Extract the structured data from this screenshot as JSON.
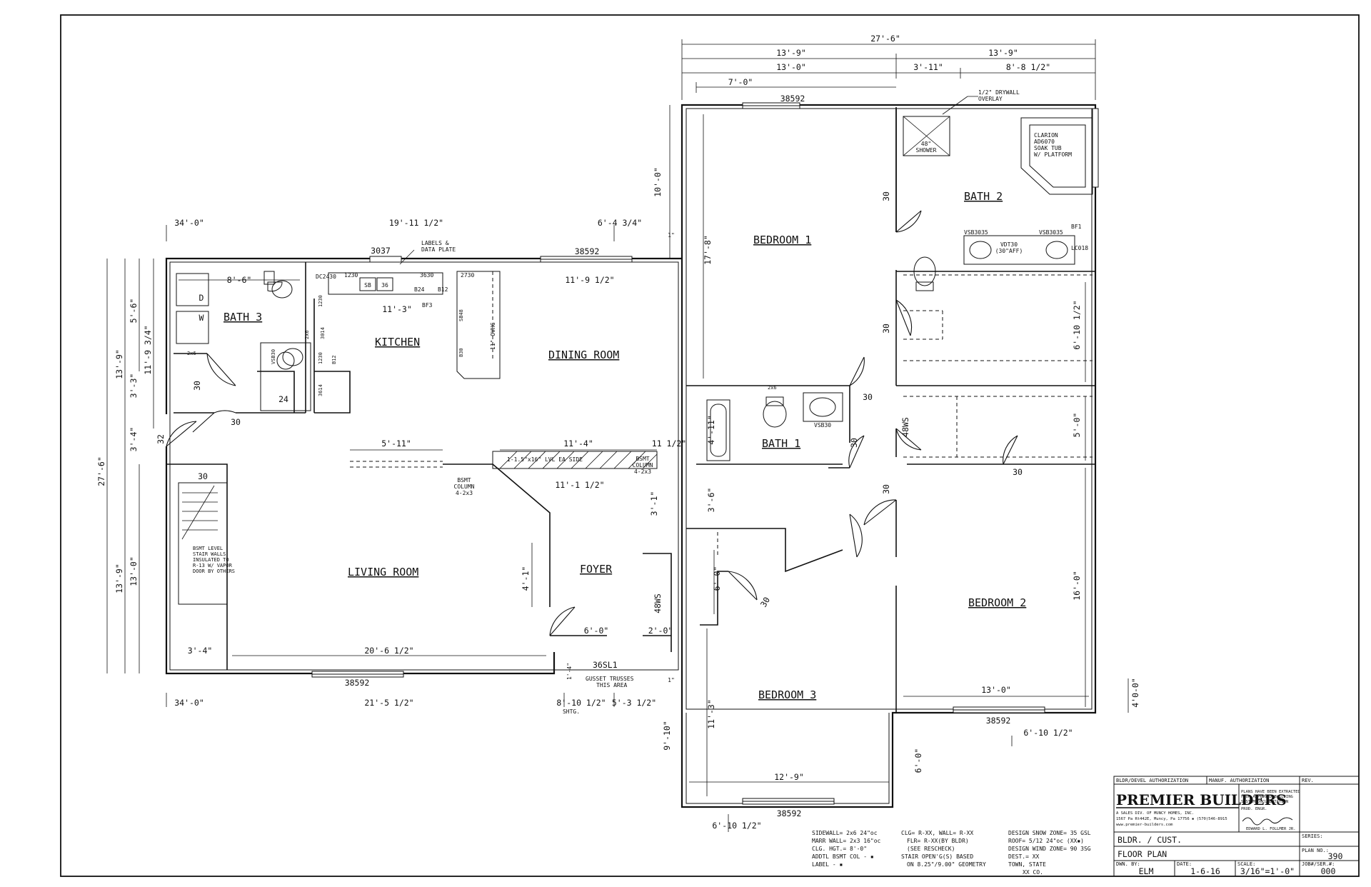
{
  "rooms": {
    "bath3": "BATH 3",
    "kitchen": "KITCHEN",
    "dining": "DINING ROOM",
    "living": "LIVING ROOM",
    "foyer": "FOYER",
    "bedroom1": "BEDROOM 1",
    "bath2": "BATH 2",
    "bath1": "BATH 1",
    "bedroom2": "BEDROOM 2",
    "bedroom3": "BEDROOM 3"
  },
  "top_dims": {
    "overall": "27'-6\"",
    "a1": "13'-9\"",
    "a2": "13'-9\"",
    "b1": "13'-0\"",
    "b2": "3'-11\"",
    "b3": "8'-8 1/2\"",
    "c1": "7'-0\"",
    "w_top": "38592",
    "drywall": [
      "1/2\" DRYWALL",
      "OVERLAY"
    ],
    "d1": "34'-0\"",
    "d2": "19'-11 1/2\"",
    "d3": "6'-4 3/4\"",
    "w3037": "3037",
    "labels_plate": [
      "LABELS &",
      "DATA PLATE"
    ],
    "w_left_top": "38592"
  },
  "left_dims": {
    "overall": "27'-6\"",
    "h1": "13'-9\"",
    "h2": "13'-9\"",
    "v1": "5'-6\"",
    "v2": "11'-9 3/4\"",
    "v3": "3'-3\"",
    "v4": "3'-4\"",
    "v5": "32",
    "v6": "13'-0\""
  },
  "bottom_dims": {
    "e1": "34'-0\"",
    "e2": "21'-5 1/2\"",
    "e3": "8'-10 1/2\"",
    "e3b": "SHTG.",
    "e4": "5'-3 1/2\"",
    "w_bottom": "38592",
    "w_bed3": "38592",
    "w_bed2": "38592",
    "bed3_w": "6'-10 1/2\"",
    "bed2_w": "6'-10 1/2\"",
    "right_h": "4'0-0\""
  },
  "interior": {
    "k_8_6": "8'-6\"",
    "k_11_3": "11'-3\"",
    "k_11_9": "11'-9 1/2\"",
    "dc2430": "DC2430",
    "sb": "SB",
    "c36": "36",
    "c1230": "1230",
    "c3630": "3630",
    "c2730": "2730",
    "b24": "B24",
    "b12": "B12",
    "bf3": "BF3",
    "c2": "1230",
    "c3014": "3014",
    "c1230b": "1230",
    "c3614": "3614",
    "b12b": "B12",
    "s2x6": "2x6",
    "sb48": "SB48",
    "b30": "B30",
    "ovhg": "11\" OVHG",
    "vsb30": "VSB30",
    "d_lbl": "D",
    "w_lbl": "W",
    "c24": "24",
    "c30a": "30",
    "c30b": "30",
    "c30c": "30",
    "s2x6b": "2x6",
    "dim_5_11": "5'-11\"",
    "dim_11_4": "11'-4\"",
    "dim_11_half": "11 1/2\"",
    "lvl": "1-1.5\"x16\" LVL EA SIDE",
    "col1": [
      "BSMT",
      "COLUMN",
      "4-2x3"
    ],
    "col2": [
      "BSMT",
      "COLUMN",
      "4-2x3"
    ],
    "dim_11_1": "11'-1 1/2\"",
    "dim_3_1": "3'-1\"",
    "dim_4_1": "4'-1\"",
    "stair_note": [
      "BSMT LEVEL",
      "STAIR WALLS",
      "INSULATED TO",
      "R-13 W/ VAPOR",
      "DOOR BY OTHERS"
    ],
    "dim_3_4": "3'-4\"",
    "dim_20_6": "20'-6 1/2\"",
    "dim_6_0": "6'-0\"",
    "dim_2_0": "2'-0\"",
    "ws48": "48WS",
    "sl36": "36SL1",
    "gusset": [
      "GUSSET TRUSSES",
      "THIS AREA"
    ],
    "dim_1_4": "1'-4\"",
    "dim_1in": "1\"",
    "dim_1in_b": "1\"",
    "dim_10_0": "10'-0\"",
    "dim_17_8": "17'-8\"",
    "shower": [
      "48\"",
      "SHOWER"
    ],
    "tub": [
      "CLARION",
      "AD6070",
      "SOAK TUB",
      "W/ PLATFORM"
    ],
    "vsb3035a": "VSB3035",
    "vsb3035b": "VSB3035",
    "vdt30": [
      "VDT30",
      "(30\"AFF)"
    ],
    "lc018": "LC018",
    "bf1": "BF1",
    "b30_1": "30",
    "b30_2": "30",
    "dim_6_10": "6'-10 1/2\"",
    "dim_5_0": "5'-0\"",
    "dim_16_0": "16'-0\"",
    "dim_13_0": "13'-0\"",
    "b30_3": "30",
    "b30_4": "30",
    "b30_5": "30",
    "b30_6": "30",
    "ws48b": "48WS",
    "b2x6": "2x6",
    "vsb30b": "VSB30",
    "dim_4_11": "4'-11\"",
    "dim_3_6": "3'-6\"",
    "dim_6_0b": "6'-0\"",
    "dim_11_3b": "11'-3\"",
    "dim_12_9": "12'-9\"",
    "dim_9_10": "9'-10\"",
    "dim_6_0c": "6'-0\"",
    "b30_7": "30"
  },
  "notes": {
    "col1": [
      "SIDEWALL=  2x6 24\"oc",
      "MARR WALL= 2x3 16\"oc",
      "CLG. HGT.=  8'-0\"",
      "ADDTL BSMT COL - ▪",
      "LABEL - ▪"
    ],
    "col2": [
      "CLG= R-XX, WALL= R-XX",
      "FLR= R-XX(BY BLDR)",
      "(SEE RESCHECK)",
      "STAIR OPEN'G(S) BASED",
      "ON 8.25\"/9.00\" GEOMETRY"
    ],
    "col3": [
      "DESIGN SNOW ZONE= 35 GSL",
      "ROOF= 5/12 24\"oc (XX▪)",
      "DESIGN WIND ZONE= 90 3SG",
      "DEST.= XX",
      "TOWN, STATE",
      "XX CO."
    ]
  },
  "title_block": {
    "bldr_auth": "BLDR/DEVEL AUTHORIZATION",
    "manuf_auth": "MANUF. AUTHORIZATION",
    "rev": "REV.",
    "logo": "PREMIER BUILDERS",
    "logo_sub": [
      "A SALES DIV. OF MUNCY HOMES, INC.",
      "1567 Pa Rt442E, Muncy, Pa 17756 ▪ (570)546-8915",
      "www.premier-builders.com"
    ],
    "plans_note": [
      "PLANS HAVE BEEN EXTRACTED",
      "FROM APPROVED BUILDING",
      "SYSTEM DOCUMENTATION"
    ],
    "prod_engr": "PROD. ENGR.",
    "engr_name": "EDWARD L. FOLLMER JR.",
    "series_lbl": "SERIES:",
    "bldr_cust": "BLDR. / CUST.",
    "floor_plan": "FLOOR PLAN",
    "plan_no_lbl": "PLAN NO.:",
    "plan_no": "390",
    "dwn_lbl": "DWN. BY:",
    "dwn": "ELM",
    "date_lbl": "DATE:",
    "date": "1-6-16",
    "scale_lbl": "SCALE:",
    "scale": "3/16\"=1'-0\"",
    "job_lbl": "JOB#/SER.#:",
    "job": "000"
  }
}
